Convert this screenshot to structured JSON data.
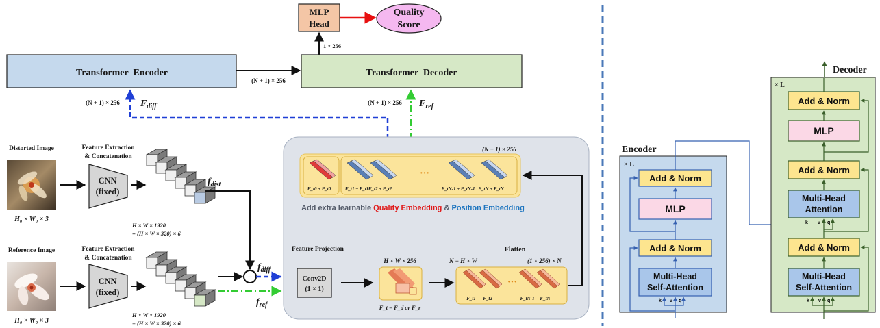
{
  "top": {
    "mlp_head_line1": "MLP",
    "mlp_head_line2": "Head",
    "quality_score_line1": "Quality",
    "quality_score_line2": "Score",
    "dim_1x256": "1 × 256",
    "transformer_encoder": "Transformer  Encoder",
    "transformer_decoder": "Transformer  Decoder",
    "dim_enc_dec": "(N + 1) × 256",
    "dim_enc_in": "(N + 1) × 256",
    "dim_dec_in": "(N + 1) × 256",
    "f_diff_label": "F",
    "f_diff_sub": "diff",
    "f_ref_label": "F",
    "f_ref_sub": "ref"
  },
  "left": {
    "distorted_title": "Distorted Image",
    "reference_title": "Reference Image",
    "img_dim": "H₀ × W₀ × 3",
    "feat_title1": "Feature Extraction",
    "feat_title2": "& Concatenation",
    "cnn_line1": "CNN",
    "cnn_line2": "(fixed)",
    "feat_dim1": "H × W × 1920",
    "feat_dim2": "= (H × W × 320) × 6",
    "f_dist": "f",
    "f_dist_sub": "dist",
    "f_diff": "f",
    "f_diff_sub": "diff",
    "f_ref": "f",
    "f_ref_sub": "ref",
    "minus": "−"
  },
  "panel": {
    "dim_top": "(N + 1) × 256",
    "token_labels": [
      "F_t0 + P_t0",
      "F_t1 + P_t1",
      "F_t2 + P_t2",
      "F_tN-1 + P_tN-1",
      "F_tN + P_tN"
    ],
    "dots": "···",
    "embed_prefix": "Add extra learnable ",
    "embed_quality": "Quality Embedding",
    "embed_amp": " & ",
    "embed_position": "Position Embedding",
    "feature_projection": "Feature Projection",
    "conv_line1": "Conv2D",
    "conv_line2": "(1 × 1)",
    "proj_dim": "H × W × 256",
    "flatten": "Flatten",
    "n_eq": "N = H × W",
    "flat_dim": "(1 × 256) × N",
    "flat_labels": [
      "F_t1",
      "F_t2",
      "F_tN-1",
      "F_tN"
    ],
    "ft_label": "F_t = F_d or F_r"
  },
  "encoder": {
    "title": "Encoder",
    "times_l": "× L",
    "add_norm": "Add & Norm",
    "mlp": "MLP",
    "mhsa_line1": "Multi-Head",
    "mhsa_line2": "Self-Attention",
    "k": "k",
    "v": "v",
    "q": "q"
  },
  "decoder": {
    "title": "Decoder",
    "times_l": "× L",
    "add_norm": "Add & Norm",
    "mlp": "MLP",
    "mha_line1": "Multi-Head",
    "mha_line2": "Attention",
    "mhsa_line1": "Multi-Head",
    "mhsa_line2": "Self-Attention",
    "k": "k",
    "v": "v",
    "q": "q"
  },
  "colors": {
    "encoder_fill": "#c5d9ed",
    "decoder_fill": "#d6e8c6",
    "mlp_head_fill": "#f4c6a6",
    "quality_fill": "#f5b8f0",
    "panel_fill": "#dfe3ea",
    "token_fill": "#fbe49b",
    "add_norm_fill": "#fde58f",
    "mlp_fill": "#fbd8e6",
    "attn_fill": "#a9c6ea",
    "blue_arrow": "#1f3fd6",
    "green_arrow": "#33cc33",
    "red_arrow": "#e81010",
    "embed_quality": "#e01b1b",
    "embed_position": "#1c74bf"
  }
}
